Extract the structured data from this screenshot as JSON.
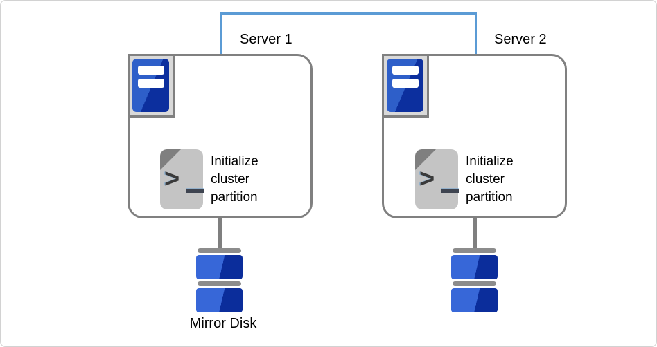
{
  "diagram": {
    "type": "cluster-architecture",
    "colors": {
      "interconnect_blue": "#5B9BD5",
      "box_border_gray": "#808080",
      "icon_frame_fill": "#D9D9D9",
      "server_icon_blue_light": "#2E5FC9",
      "server_icon_blue_dark": "#0C2F9E",
      "disk_blue_light": "#3767D8",
      "disk_blue_dark": "#0B2D9B",
      "disk_bar_gray": "#8C8C8C",
      "document_gray": "#C4C4C4",
      "document_fold_gray": "#7F7F7F",
      "prompt_dark": "#3A3A3A"
    },
    "servers": [
      {
        "label": "Server 1",
        "action": "Initialize cluster partition"
      },
      {
        "label": "Server 2",
        "action": "Initialize cluster partition"
      }
    ],
    "prompt_glyph": ">",
    "mirror_disk_label": "Mirror Disk",
    "icons": {
      "server_icon": "server-tower",
      "script_icon": "terminal-script-document",
      "disk_icon": "stacked-disk"
    }
  }
}
